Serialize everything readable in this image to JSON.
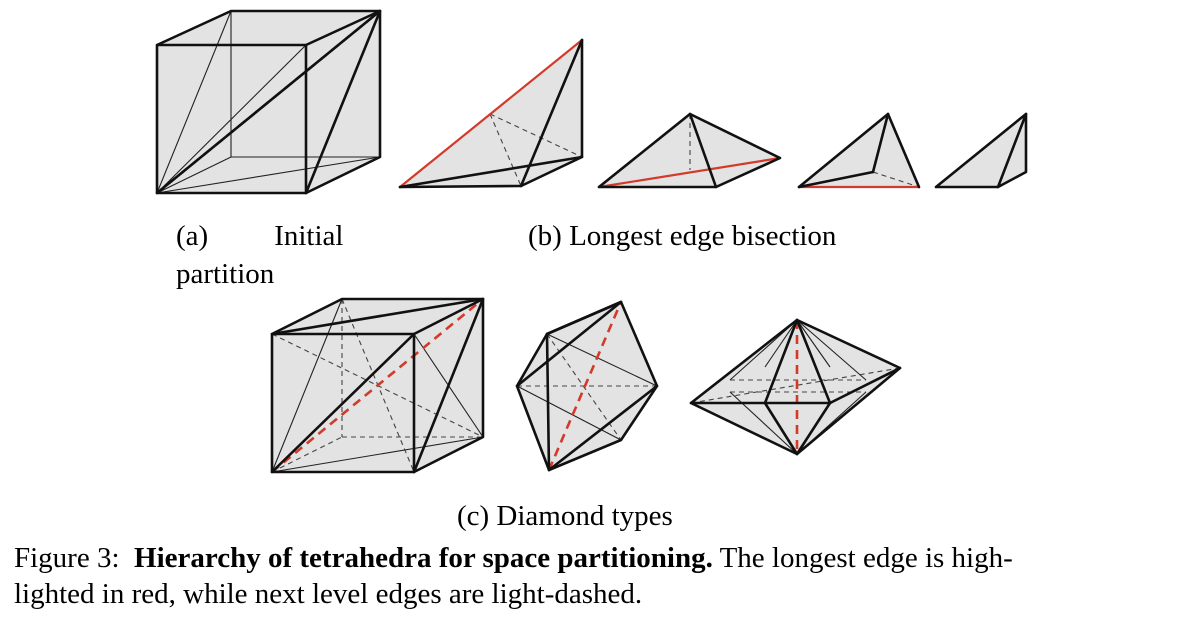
{
  "figure": {
    "label_a": "(a)",
    "label_a_word": "Initial",
    "label_a_line2": "partition",
    "label_b": "(b)  Longest edge bisection",
    "label_c": "(c)  Diamond types",
    "caption_prefix": "Figure 3:",
    "caption_bold": "Hierarchy of tetrahedra for space partitioning.",
    "caption_rest_line1": "The longest edge is high-",
    "caption_rest_line2": "lighted in red, while next level edges are light-dashed."
  },
  "colors": {
    "highlight": "#d23a2a",
    "fill": "#e3e3e3",
    "edge": "#111111"
  }
}
